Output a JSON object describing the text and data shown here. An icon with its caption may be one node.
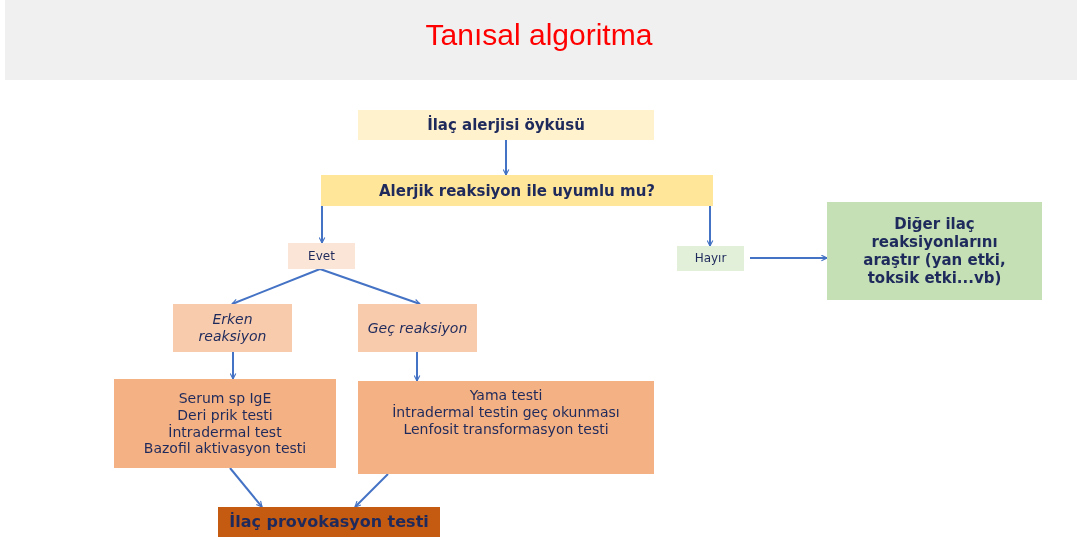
{
  "diagram": {
    "title": "Tanısal algoritma",
    "nodes": [
      {
        "text": [
          "İlaç alerjisi öyküsü"
        ]
      },
      {
        "text": [
          "Alerjik reaksiyon ile uyumlu mu?"
        ]
      },
      {
        "text": [
          "Evet"
        ]
      },
      {
        "text": [
          "Hayır"
        ]
      },
      {
        "text": [
          "Diğer ilaç reaksiyonlarını araştır (yan etki, toksik etki...vb)"
        ]
      },
      {
        "text": [
          "Erken reaksiyon"
        ]
      },
      {
        "text": [
          "Geç reaksiyon"
        ]
      },
      {
        "text": [
          "Serum sp IgE",
          "Deri prik testi",
          "İntradermal test",
          "Bazofil aktivasyon testi"
        ]
      },
      {
        "text": [
          "Yama testi",
          "İntradermal testin geç okunması",
          "Lenfosit transformasyon testi"
        ]
      },
      {
        "text": [
          "İlaç provokasyon testi"
        ]
      }
    ],
    "edges": [
      {
        "from": 0,
        "to": 1,
        "arrow": "to"
      },
      {
        "from": 1,
        "to": 2,
        "arrow": "to"
      },
      {
        "from": 1,
        "to": 3,
        "arrow": "to"
      },
      {
        "from": 3,
        "to": 4,
        "arrow": "to"
      },
      {
        "from": 2,
        "to": 5,
        "arrow": "to"
      },
      {
        "from": 2,
        "to": 6,
        "arrow": "to"
      },
      {
        "from": 5,
        "to": 7,
        "arrow": "to"
      },
      {
        "from": 6,
        "to": 8,
        "arrow": "to"
      },
      {
        "from": 7,
        "to": 9,
        "arrow": "to"
      },
      {
        "from": 8,
        "to": 9,
        "arrow": "to"
      }
    ]
  }
}
